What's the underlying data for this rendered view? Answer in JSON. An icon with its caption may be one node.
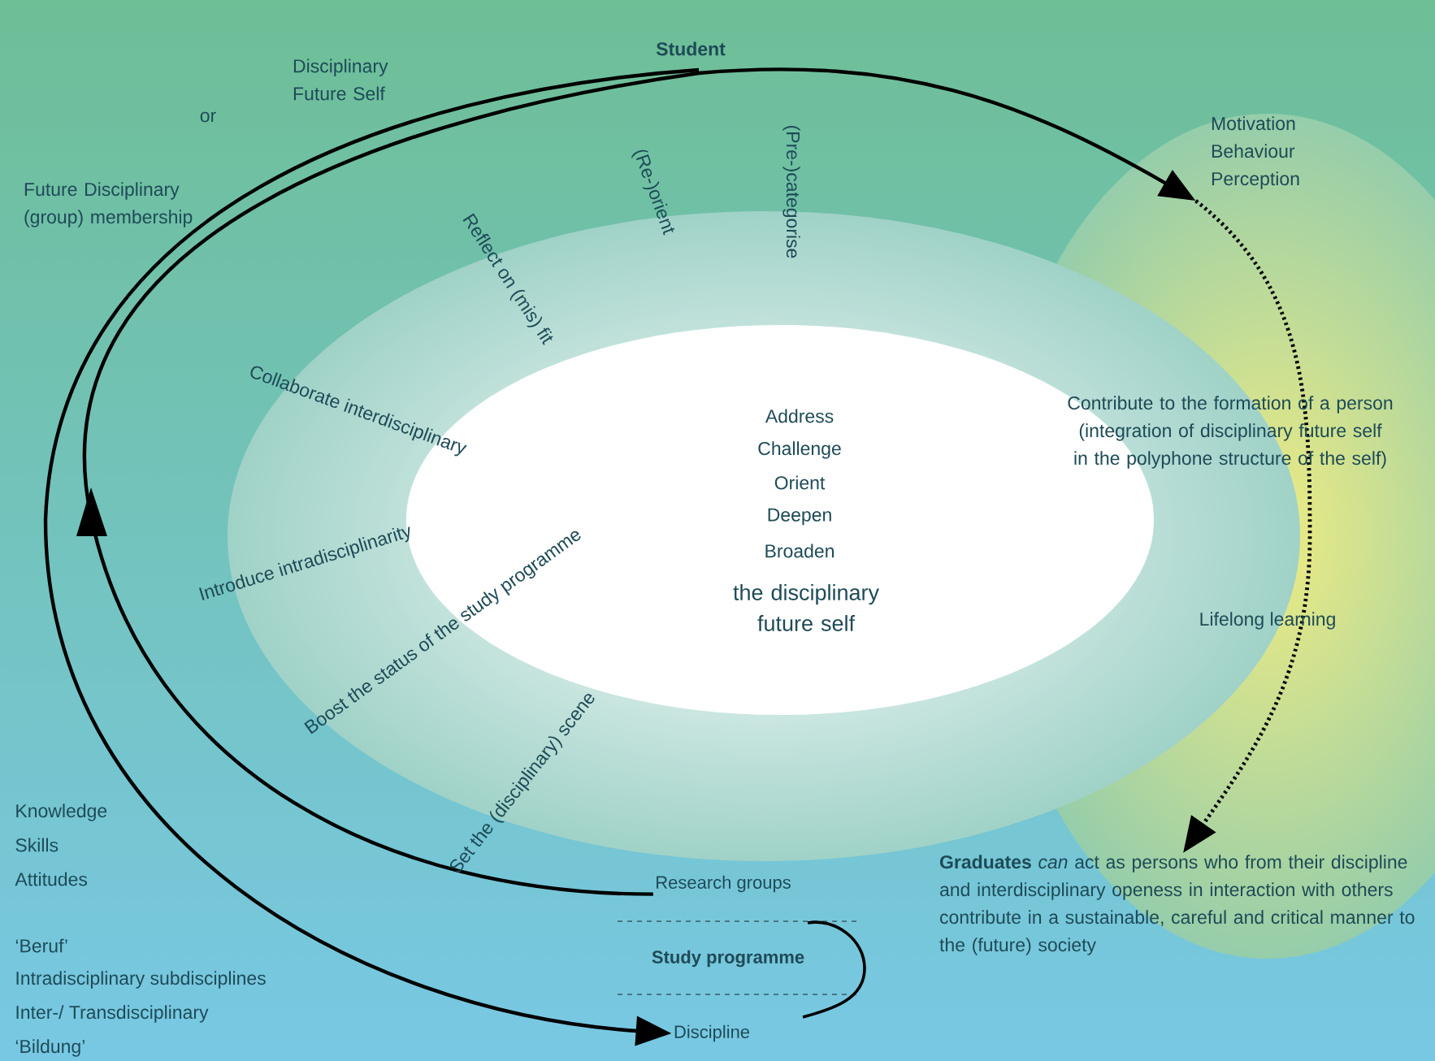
{
  "diagram": {
    "nodes": [
      {
        "text": [
          "Research groups"
        ]
      },
      {
        "text": [
          "Study programme"
        ]
      },
      {
        "text": [
          "Discipline"
        ]
      },
      {
        "text": [
          "Motivation Behaviour Perception"
        ]
      },
      {
        "text": [
          "**Graduates** *can* act as persons who from their discipline and interdisciplinary openess in interaction with others contribute in a sustainable, careful and critical manner to the (future) society"
        ]
      }
    ],
    "edges": [
      {
        "from": 0,
        "to": 3,
        "arrow": "to"
      },
      {
        "from": null,
        "to": 2,
        "arrow": "to"
      },
      {
        "from": 3,
        "to": 4,
        "arrow": "to",
        "style": "dashed"
      }
    ],
    "labels": [
      "Student",
      "Disciplinary Future Self",
      "or",
      "Future Disciplinary (group) membership",
      "Reflect on (mis) fit",
      "(Re-)orient",
      "(Pre-)categorise",
      "Collaborate interdisciplinary",
      "Introduce intradisciplinarity",
      "Boost the status of the study programme",
      "Set the (disciplinary) scene",
      "Address",
      "Challenge",
      "Orient",
      "Deepen",
      "Broaden",
      "the disciplinary future self",
      "Contribute to the formation of a person (integration of disciplinary future self in the polyphone structure of the self)",
      "Lifelong learning",
      "Knowledge",
      "Skills",
      "Attitudes",
      "‘Beruf’",
      "Intradisciplinary subdisciplines",
      "Inter-/ Transdisciplinary",
      "‘Bildung’"
    ]
  }
}
